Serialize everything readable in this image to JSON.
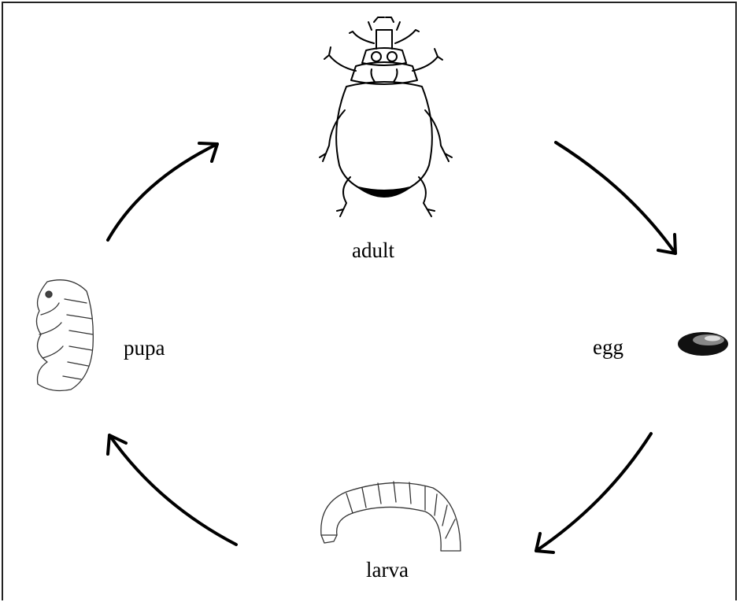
{
  "stages": {
    "adult": "adult",
    "egg": "egg",
    "larva": "larva",
    "pupa": "pupa"
  },
  "icons": [
    "beetle-adult-icon",
    "egg-icon",
    "larva-icon",
    "pupa-icon"
  ],
  "colors": {
    "line": "#000000",
    "background": "#ffffff"
  }
}
